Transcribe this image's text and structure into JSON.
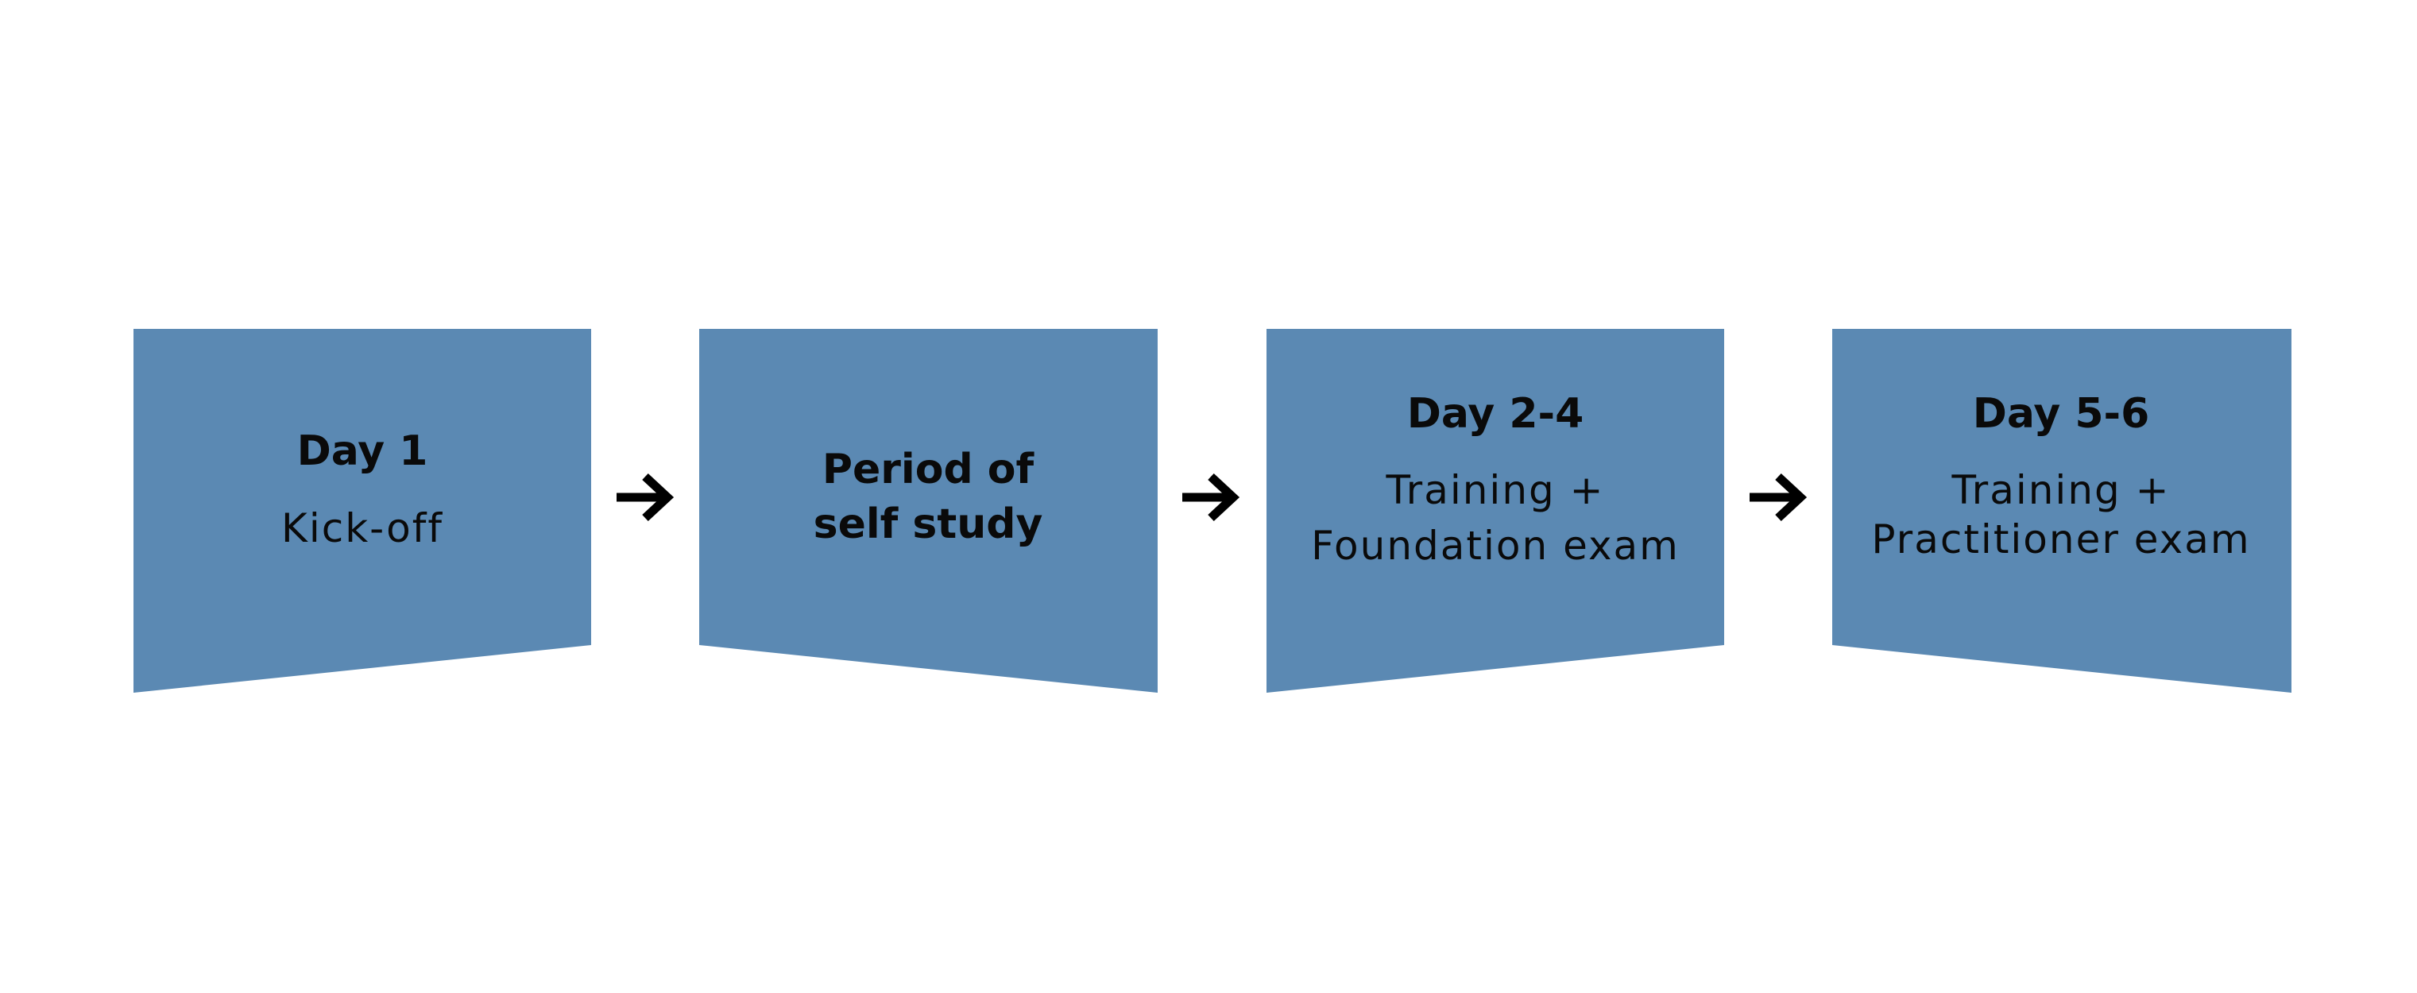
{
  "colors": {
    "box_fill": "#5b89b3",
    "text": "#0a0a0a",
    "arrow": "#000000",
    "background": "#ffffff"
  },
  "steps": [
    {
      "title_lines": [
        "Day 1"
      ],
      "subtitle_lines": [
        "Kick-off"
      ]
    },
    {
      "title_lines": [
        "Period of",
        "self study"
      ],
      "subtitle_lines": []
    },
    {
      "title_lines": [
        "Day 2-4"
      ],
      "subtitle_lines": [
        "Training +",
        "Foundation exam"
      ]
    },
    {
      "title_lines": [
        "Day 5-6"
      ],
      "subtitle_lines": [
        "Training +",
        "Practitioner exam"
      ]
    }
  ],
  "connectors": [
    {
      "icon": "arrow-right-icon"
    },
    {
      "icon": "arrow-right-icon"
    },
    {
      "icon": "arrow-right-icon"
    }
  ]
}
